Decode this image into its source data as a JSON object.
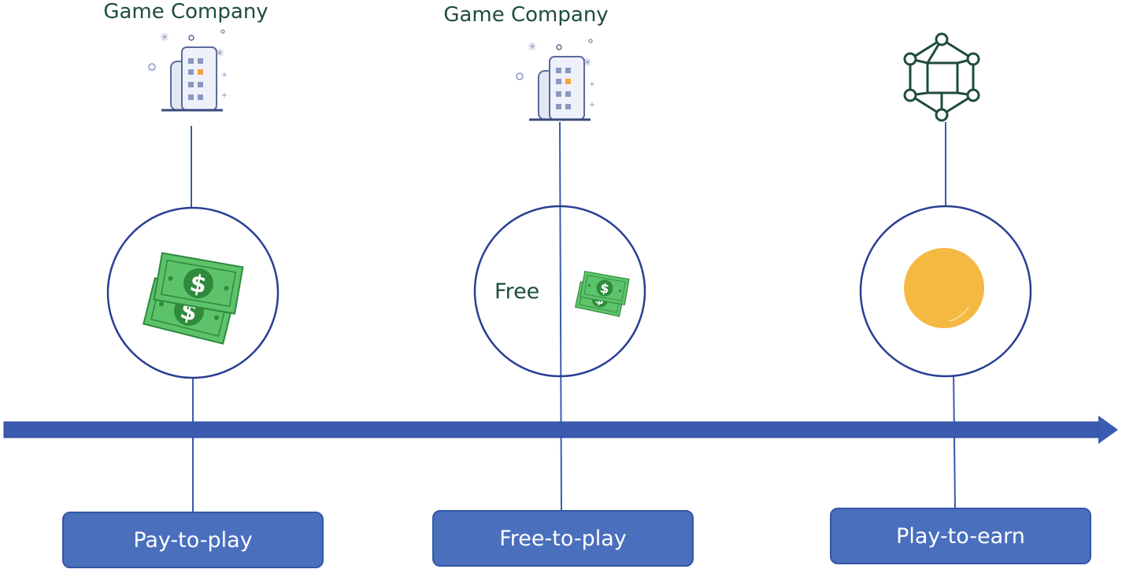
{
  "stages": [
    {
      "company_label": "Game Company",
      "icon": "office-building-icon",
      "payment_icon": "banknotes-icon",
      "era_label": "Pay-to-play"
    },
    {
      "company_label": "Game Company",
      "icon": "office-building-icon",
      "payment_icon": "banknotes-icon",
      "inner_label": "Free",
      "era_label": "Free-to-play"
    },
    {
      "icon": "blockchain-cube-icon",
      "payment_icon": "gold-coin-icon",
      "era_label": "Play-to-earn"
    }
  ],
  "colors": {
    "line": "#3a5bb0",
    "arrow": "#3a5bb0",
    "box_fill": "#4a6fbd",
    "label_green": "#1f4d3a",
    "money_green": "#5cc36a",
    "coin": "#f4b942",
    "network": "#1f4d3a"
  }
}
